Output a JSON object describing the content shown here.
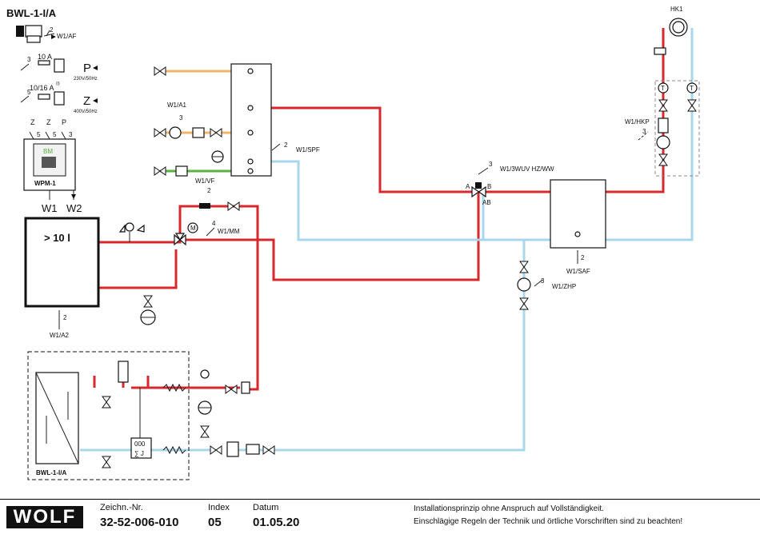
{
  "title": "BWL-1-I/A",
  "labels": {
    "hk1": "HK1",
    "w1_af": "W1/AF",
    "fuse_p": "10 A",
    "p": "P",
    "p_volt": "230V/50Hz",
    "fuse_z": "10/16 A",
    "fuse_z_sup": "(I)",
    "z": "Z",
    "z_volt": "400V/50Hz",
    "wpm_z1": "Z",
    "wpm_z2": "Z",
    "wpm_p": "P",
    "wpm_n1": "5",
    "wpm_n2": "5",
    "wpm_n3": "3",
    "wpm_bm": "BM",
    "wpm": "WPM-1",
    "w1": "W1",
    "w2": "W2",
    "tank": "> 10 l",
    "w1_a1": "W1/A1",
    "w1_spf": "W1/SPF",
    "w1_vf": "W1/VF",
    "w1_mm": "W1/MM",
    "w1_3wuv": "W1/3WUV HZ/WW",
    "valve_a": "A",
    "valve_b": "B",
    "valve_ab": "AB",
    "w1_hkp": "W1/HKP",
    "w1_saf": "W1/SAF",
    "w1_zhp": "W1/ZHP",
    "w1_a2": "W1/A2",
    "unit": "BWL-1-I/A",
    "counter": "000",
    "counter_j": "∑ J",
    "mixer_m": "M",
    "n2": "2",
    "n3": "3",
    "n4": "4",
    "n5": "5",
    "t": "T"
  },
  "footer": {
    "logo": "WOLF",
    "drawing_label": "Zeichn.-Nr.",
    "drawing_no": "32-52-006-010",
    "index_label": "Index",
    "index": "05",
    "date_label": "Datum",
    "date": "01.05.20",
    "note1": "Installationsprinzip ohne Anspruch auf Vollständigkeit.",
    "note2": "Einschlägige Regeln der Technik und örtliche Vorschriften sind zu beachten!"
  },
  "colors": {
    "supply": "#d9272e",
    "return": "#a8d6ea",
    "hot": "#f2b46b",
    "ground": "#5bb042"
  }
}
